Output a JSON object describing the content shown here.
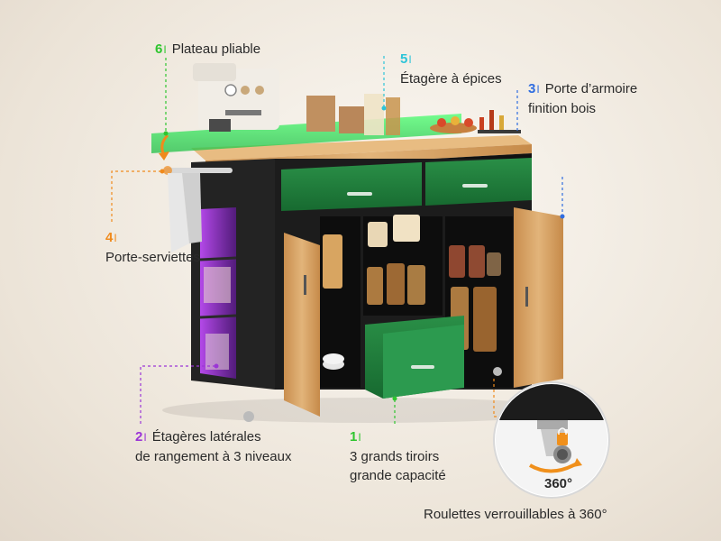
{
  "colors": {
    "num_green": "#2fc52f",
    "num_cyan": "#2cc4d8",
    "num_blue": "#2f6de0",
    "num_orange": "#f08a1c",
    "num_purple": "#9b35d6",
    "drawer_green": "#1f7a3a",
    "wood": "#d9a868",
    "cabinet_black": "#1c1c1c",
    "highlight_green": "#3dff6a",
    "lock_orange": "#f0901c"
  },
  "callouts": {
    "foldable_top": {
      "number": "6",
      "text": "Plateau pliable"
    },
    "spice_rack": {
      "number": "5",
      "text": "Étagère à épices"
    },
    "wood_door": {
      "number": "3",
      "line1": "Porte d’armoire",
      "line2": "finition bois"
    },
    "towel_rack": {
      "number": "4",
      "text": "Porte-serviettes"
    },
    "side_shelves": {
      "number": "2",
      "line1": "Étagères latérales",
      "line2": "de rangement à 3 niveaux"
    },
    "drawers": {
      "number": "1",
      "line1": "3 grands tiroirs",
      "line2": "grande capacité"
    },
    "casters": {
      "text": "Roulettes verrouillables à 360°"
    }
  },
  "caster_badge": "360°",
  "icons": [
    "lock-icon",
    "rotation-arrow-icon",
    "fold-arrow-icon"
  ]
}
